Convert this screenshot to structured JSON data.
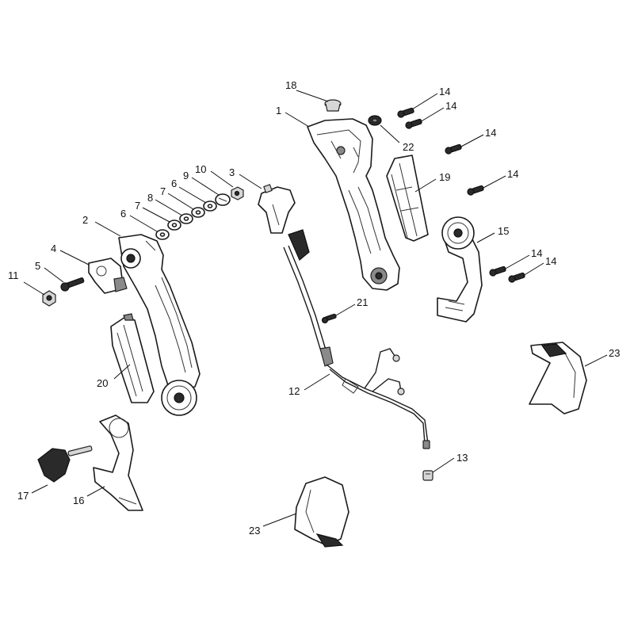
{
  "callouts": {
    "c1": "1",
    "c2": "2",
    "c3": "3",
    "c4": "4",
    "c5": "5",
    "c6a": "6",
    "c6b": "6",
    "c7a": "7",
    "c7b": "7",
    "c8": "8",
    "c9": "9",
    "c10": "10",
    "c11": "11",
    "c12": "12",
    "c13": "13",
    "c14a": "14",
    "c14b": "14",
    "c14c": "14",
    "c14d": "14",
    "c14e": "14",
    "c14f": "14",
    "c15": "15",
    "c16": "16",
    "c17": "17",
    "c18": "18",
    "c19": "19",
    "c20": "20",
    "c21": "21",
    "c22": "22",
    "c23a": "23",
    "c23b": "23"
  }
}
